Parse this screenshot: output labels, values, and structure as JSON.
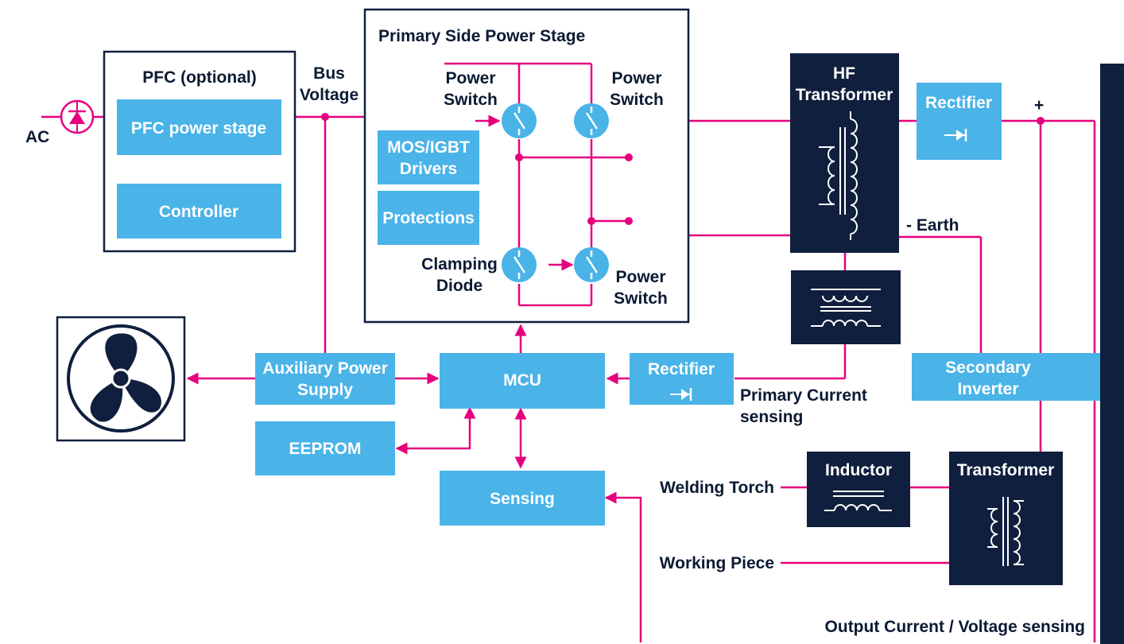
{
  "colors": {
    "accent_wire": "#e6007e",
    "block_blue": "#4ab3e8",
    "block_navy": "#0f1f3d",
    "sidebar": "#0f1f3d"
  },
  "icons": [
    "fan-icon",
    "diode-icon",
    "switch-icon",
    "transformer-icon",
    "inductor-icon"
  ],
  "labels": {
    "ac": "AC",
    "pfc_title": "PFC (optional)",
    "pfc_stage": "PFC power stage",
    "controller": "Controller",
    "bus_voltage": [
      "Bus",
      "Voltage"
    ],
    "primary_title": "Primary Side Power Stage",
    "power_switch_tl": [
      "Power",
      "Switch"
    ],
    "power_switch_tr": [
      "Power",
      "Switch"
    ],
    "power_switch_br": [
      "Power",
      "Switch"
    ],
    "mos_drivers": [
      "MOS/IGBT",
      "Drivers"
    ],
    "protections": "Protections",
    "clamping_diode": [
      "Clamping",
      "Diode"
    ],
    "hf_transformer": [
      "HF",
      "Transformer"
    ],
    "rectifier_top": "Rectifier",
    "plus": "+",
    "earth": "- Earth",
    "aux_supply": [
      "Auxiliary Power",
      "Supply"
    ],
    "mcu": "MCU",
    "rectifier_mid": "Rectifier",
    "primary_current": [
      "Primary Current",
      "sensing"
    ],
    "secondary_inverter": [
      "Secondary",
      "Inverter"
    ],
    "eeprom": "EEPROM",
    "sensing": "Sensing",
    "welding_torch": "Welding Torch",
    "inductor": "Inductor",
    "transformer": "Transformer",
    "working_piece": "Working Piece",
    "output_sensing": "Output Current / Voltage sensing"
  }
}
